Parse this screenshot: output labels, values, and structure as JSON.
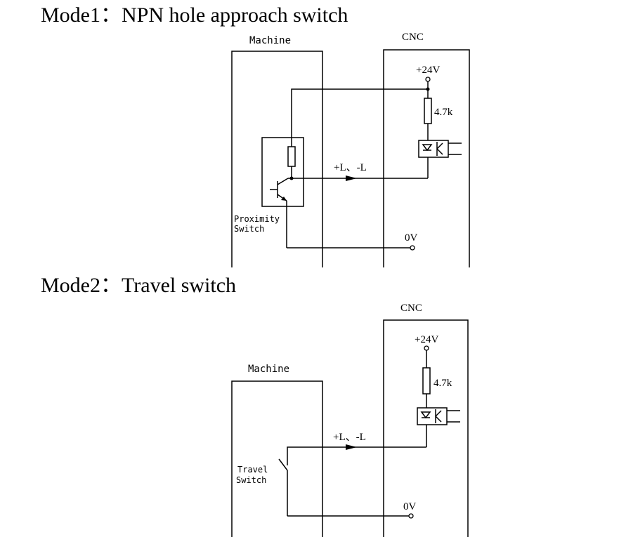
{
  "headings": {
    "mode1": "Mode1：NPN hole approach switch",
    "mode2": "Mode2：Travel switch"
  },
  "diagram1": {
    "machine_label": "Machine",
    "cnc_label": "CNC",
    "supply_label": "+24V",
    "resistor_label": "4.7k",
    "signal_label": "+L、-L",
    "ground_label": "0V",
    "switch_label_line1": "Proximity",
    "switch_label_line2": "Switch"
  },
  "diagram2": {
    "machine_label": "Machine",
    "cnc_label": "CNC",
    "supply_label": "+24V",
    "resistor_label": "4.7k",
    "signal_label": "+L、-L",
    "ground_label": "0V",
    "switch_label_line1": "Travel",
    "switch_label_line2": "Switch"
  }
}
